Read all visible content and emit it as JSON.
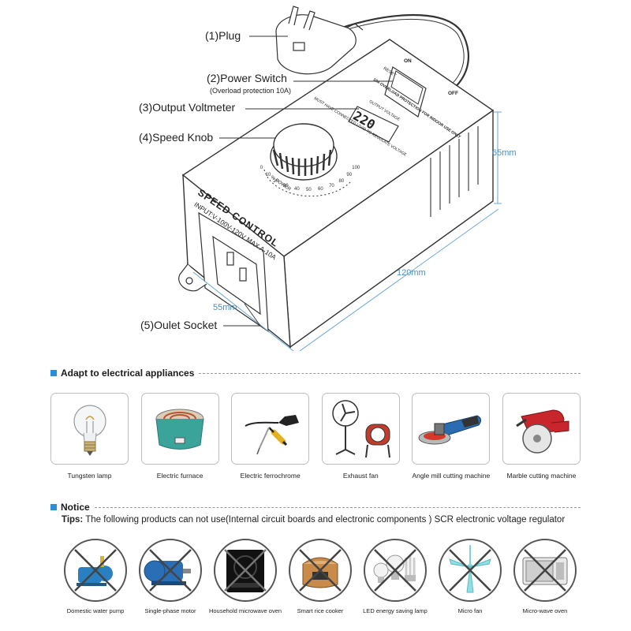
{
  "diagram": {
    "labels": {
      "plug": "(1)Plug",
      "power_switch": "(2)Power Switch",
      "overload_note": "(Overload protection 10A)",
      "voltmeter": "(3)Output Voltmeter",
      "speed_knob": "(4)Speed Knob",
      "outlet_socket": "(5)Oulet Socket"
    },
    "dimensions": {
      "height": "65mm",
      "length": "120mm",
      "width": "55mm"
    },
    "device": {
      "brand_text": "SPEED CONTROL",
      "input_text": "INPUT:V-100V-120V  MAX A-10A",
      "display_value": "220",
      "switch_on": "ON",
      "switch_off": "OFF",
      "switch_reset": "RESET",
      "switch_note": "10A OVERLOAD PROTECTION FOR INDOOR USE ONLY",
      "display_caption": "OUTPUT VOLTAGE",
      "knob_note": "MUST HAVE CONNECTED LOAD TO REGULATE VOLTAGE",
      "power_label": "% POWER",
      "scale": [
        "0",
        "10",
        "20",
        "30",
        "40",
        "50",
        "60",
        "70",
        "80",
        "90",
        "100"
      ]
    }
  },
  "adapt_section": {
    "title": "Adapt to electrical appliances",
    "items": [
      {
        "label": "Tungsten lamp",
        "icon": "tungsten-lamp-icon"
      },
      {
        "label": "Electric furnace",
        "icon": "electric-furnace-icon"
      },
      {
        "label": "Electric ferrochrome",
        "icon": "soldering-iron-icon"
      },
      {
        "label": "Exhaust fan",
        "icon": "exhaust-fan-icon"
      },
      {
        "label": "Angle mill cutting machine",
        "icon": "angle-grinder-icon"
      },
      {
        "label": "Marble cutting machine",
        "icon": "marble-cutter-icon"
      }
    ]
  },
  "notice_section": {
    "title": "Notice",
    "tips_label": "Tips:",
    "tips_text": " The following products can not use(Internal circuit boards and  electronic components ) SCR electronic voltage regulator",
    "items": [
      {
        "label": "Domestic water pump",
        "icon": "water-pump-icon"
      },
      {
        "label": "Single-phase motor",
        "icon": "electric-motor-icon"
      },
      {
        "label": "Household microwave oven",
        "icon": "induction-cooker-icon"
      },
      {
        "label": "Smart rice cooker",
        "icon": "rice-cooker-icon"
      },
      {
        "label": "LED energy saving lamp",
        "icon": "led-bulbs-icon"
      },
      {
        "label": "Micro fan",
        "icon": "ceiling-fan-icon"
      },
      {
        "label": "Micro-wave oven",
        "icon": "microwave-oven-icon"
      }
    ],
    "colors": {
      "accent": "#2a8fd6",
      "ban_cross": "#444444"
    }
  }
}
